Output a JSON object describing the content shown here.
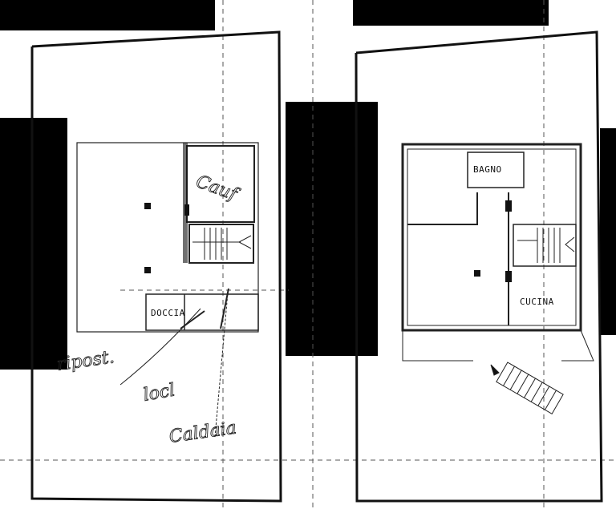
{
  "plan_left": {
    "rooms": [
      {
        "label": "DOCCIA"
      }
    ],
    "annotations": [
      {
        "text": "Cauf"
      },
      {
        "text": "ripost."
      },
      {
        "text": "locl"
      },
      {
        "text": "Caldaia"
      }
    ]
  },
  "plan_right": {
    "rooms": [
      {
        "label": "BAGNO"
      },
      {
        "label": "CUCINA"
      }
    ]
  },
  "colors": {
    "ink": "#111111",
    "redaction": "#000000",
    "paper": "#ffffff"
  }
}
